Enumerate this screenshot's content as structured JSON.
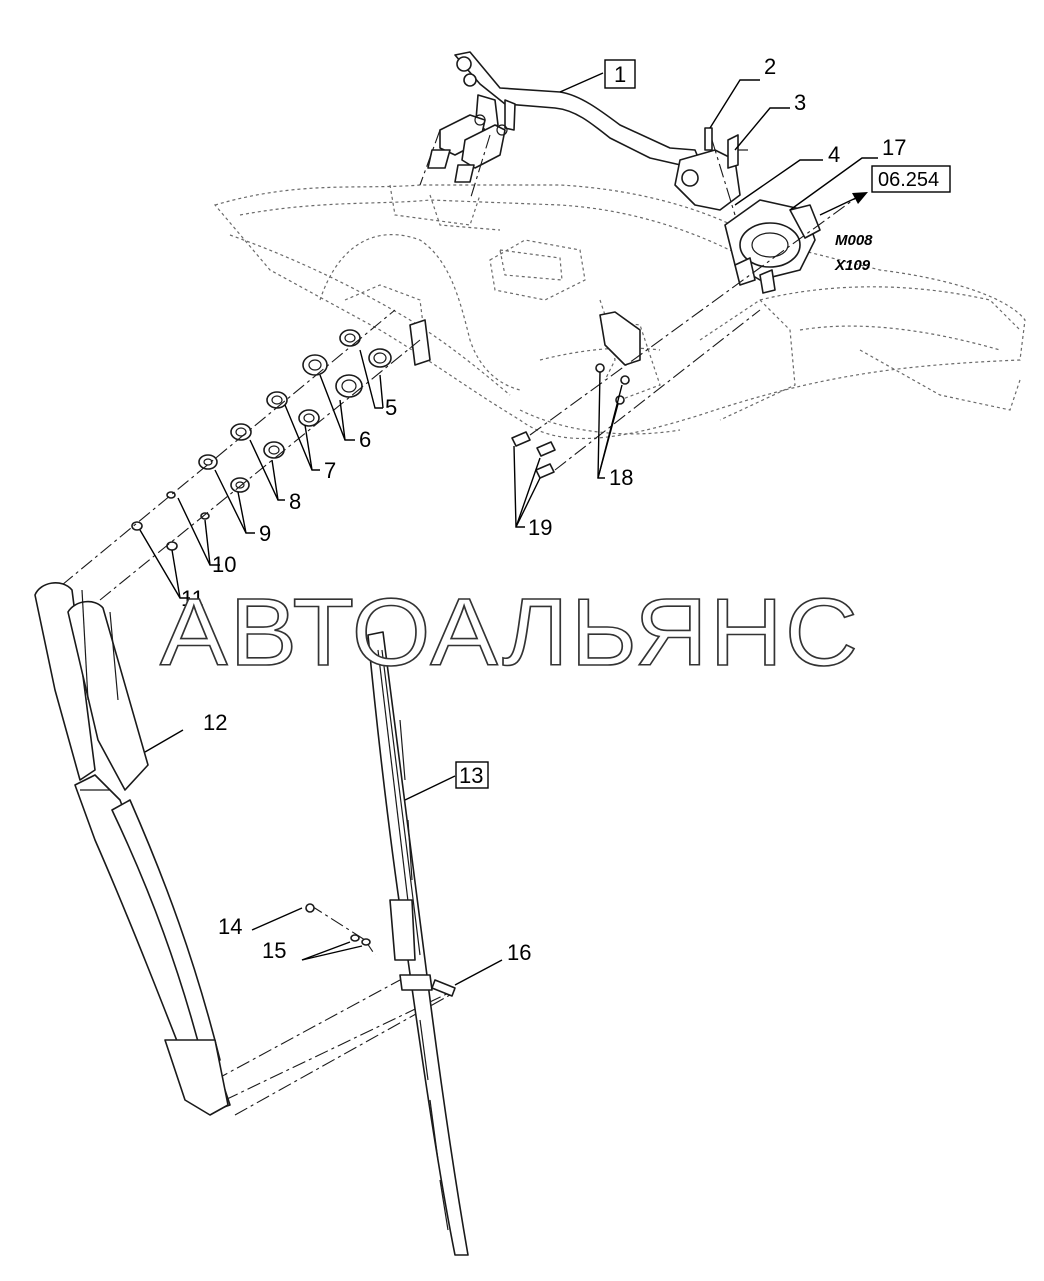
{
  "callouts": {
    "c1": "1",
    "c2": "2",
    "c3": "3",
    "c4": "4",
    "c5": "5",
    "c6": "6",
    "c7": "7",
    "c8": "8",
    "c9": "9",
    "c10": "10",
    "c11": "11",
    "c12": "12",
    "c13": "13",
    "c14": "14",
    "c15": "15",
    "c16": "16",
    "c17": "17",
    "c18": "18",
    "c19": "19"
  },
  "reference": "06.254",
  "codes": {
    "motor": "M008",
    "connector": "X109"
  },
  "watermark": "АВТОАЛЬЯНС"
}
